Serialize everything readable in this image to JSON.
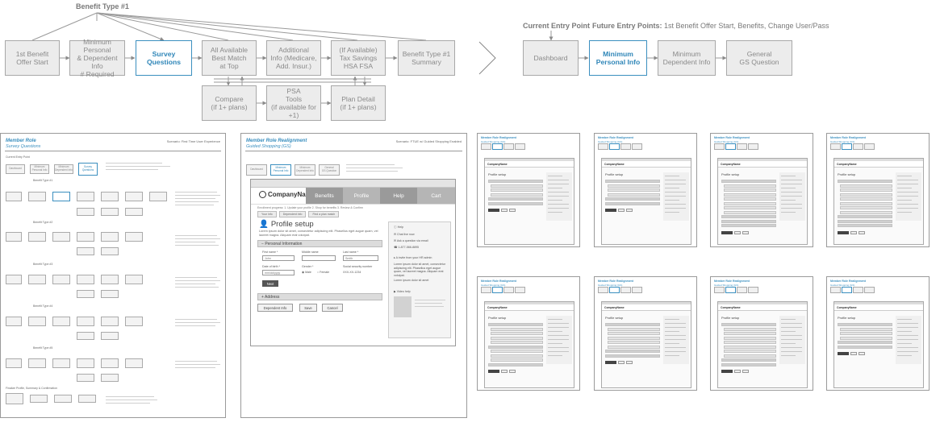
{
  "flow_left": {
    "group_label": "Benefit Type #1",
    "nodes": [
      {
        "id": "offer_start",
        "label": "1st Benefit\nOffer Start",
        "active": false
      },
      {
        "id": "min_personal",
        "label": "Minimum Personal\n& Dependent Info\n# Required",
        "active": false
      },
      {
        "id": "survey",
        "label": "Survey\nQuestions",
        "active": true
      },
      {
        "id": "best_match",
        "label": "All Available\nBest Match\nat Top",
        "active": false
      },
      {
        "id": "additional",
        "label": "Additional\nInfo (Medicare,\nAdd. Insur.)",
        "active": false
      },
      {
        "id": "tax_savings",
        "label": "(If Available)\nTax Savings\nHSA FSA",
        "active": false
      },
      {
        "id": "summary",
        "label": "Benefit Type #1\nSummary",
        "active": false
      },
      {
        "id": "compare",
        "label": "Compare\n(if 1+ plans)",
        "active": false
      },
      {
        "id": "psa_tools",
        "label": "PSA\nTools\n(if available for +1)",
        "active": false
      },
      {
        "id": "plan_detail",
        "label": "Plan Detail\n(if 1+ plans)",
        "active": false
      }
    ]
  },
  "flow_right": {
    "current_label": "Current Entry Point",
    "future_label": "Future Entry Points:",
    "future_text": "1st Benefit Offer Start, Benefits, Change User/Pass",
    "nodes": [
      {
        "id": "dashboard",
        "label": "Dashboard",
        "active": false
      },
      {
        "id": "min_personal_info",
        "label": "Minimum\nPersonal Info",
        "active": true
      },
      {
        "id": "min_dependent",
        "label": "Minimum\nDependent Info",
        "active": false
      },
      {
        "id": "general_gs",
        "label": "General\nGS Question",
        "active": false
      }
    ]
  },
  "doc_left": {
    "title": "Member Role",
    "subtitle": "Survey Questions",
    "scenario": "Scenario: First Time User Experience",
    "entry_label": "Current Entry Point",
    "mini_nodes": [
      "Dashboard",
      "Minimum\nPersonal Info",
      "Minimum\nDependent Info",
      "Survey\nQuestions"
    ],
    "benefit_types": [
      "Benefit Type #1",
      "Benefit Type #2",
      "Benefit Type #3",
      "Benefit Type #4",
      "Benefit Type #5"
    ],
    "finalize_label": "Finalize Profile, Summary & Confirmation"
  },
  "doc_mid": {
    "title": "Member Role Realignment",
    "subtitle": "Guided Shopping (GS)",
    "scenario": "Scenario: FTUE w/ Guided Shopping Enabled",
    "mini_nodes": [
      "Dashboard",
      "Minimum\nPersonal Info",
      "Minimum\nDependent Info",
      "General\nGS Question"
    ]
  },
  "mock": {
    "logo": "CompanyName",
    "tabs": [
      "Benefits",
      "Profile",
      "Help",
      "Cart"
    ],
    "crumb": "Enrollment progress: 1. Update your profile  2. Shop for benefits  3. Review & Confirm",
    "steps": [
      "Your info",
      "Dependent info",
      "Find a plan match"
    ],
    "page_title": "Profile setup",
    "description": "Lorem ipsum dolor sit amet, consectetur adipiscing elit. Phasellus eget augue quam, vel laoreet magna. Aliquam erat volutpat.",
    "section_personal": "Personal Information",
    "first_name_label": "First name *",
    "first_name_value": "John",
    "middle_name_label": "Middle name",
    "last_name_label": "Last name *",
    "last_name_value": "Smith",
    "dob_label": "Date of birth *",
    "dob_placeholder": "mm/dd/yyyy",
    "gender_label": "Gender *",
    "gender_male": "Male",
    "gender_female": "Female",
    "ssn_label": "Social security number",
    "ssn_value": "XXX-XX-1234",
    "next_label": "Next",
    "section_address": "Address",
    "dependent_button": "Dependent Info",
    "save_button": "Save",
    "cancel_button": "Cancel",
    "side_help": "Help",
    "side_chat": "Chat live now",
    "side_email": "Ask a question via email",
    "side_phone": "1-877-566-8895",
    "side_invite": "A invite from your HR admin",
    "side_text": "Lorem ipsum dolor sit amet, consectetur adipiscing elit. Phasellus eget augue quam, vel laoreet magna. Aliquam erat volutpat.",
    "side_more": "Lorem ipsum dolor sit amet",
    "side_video": "Video help"
  },
  "thumbs": {
    "title": "Member Role Realignment",
    "subtitle": "Guided Shopping (GS)",
    "logo": "CompanyName",
    "page_title": "Profile setup"
  }
}
